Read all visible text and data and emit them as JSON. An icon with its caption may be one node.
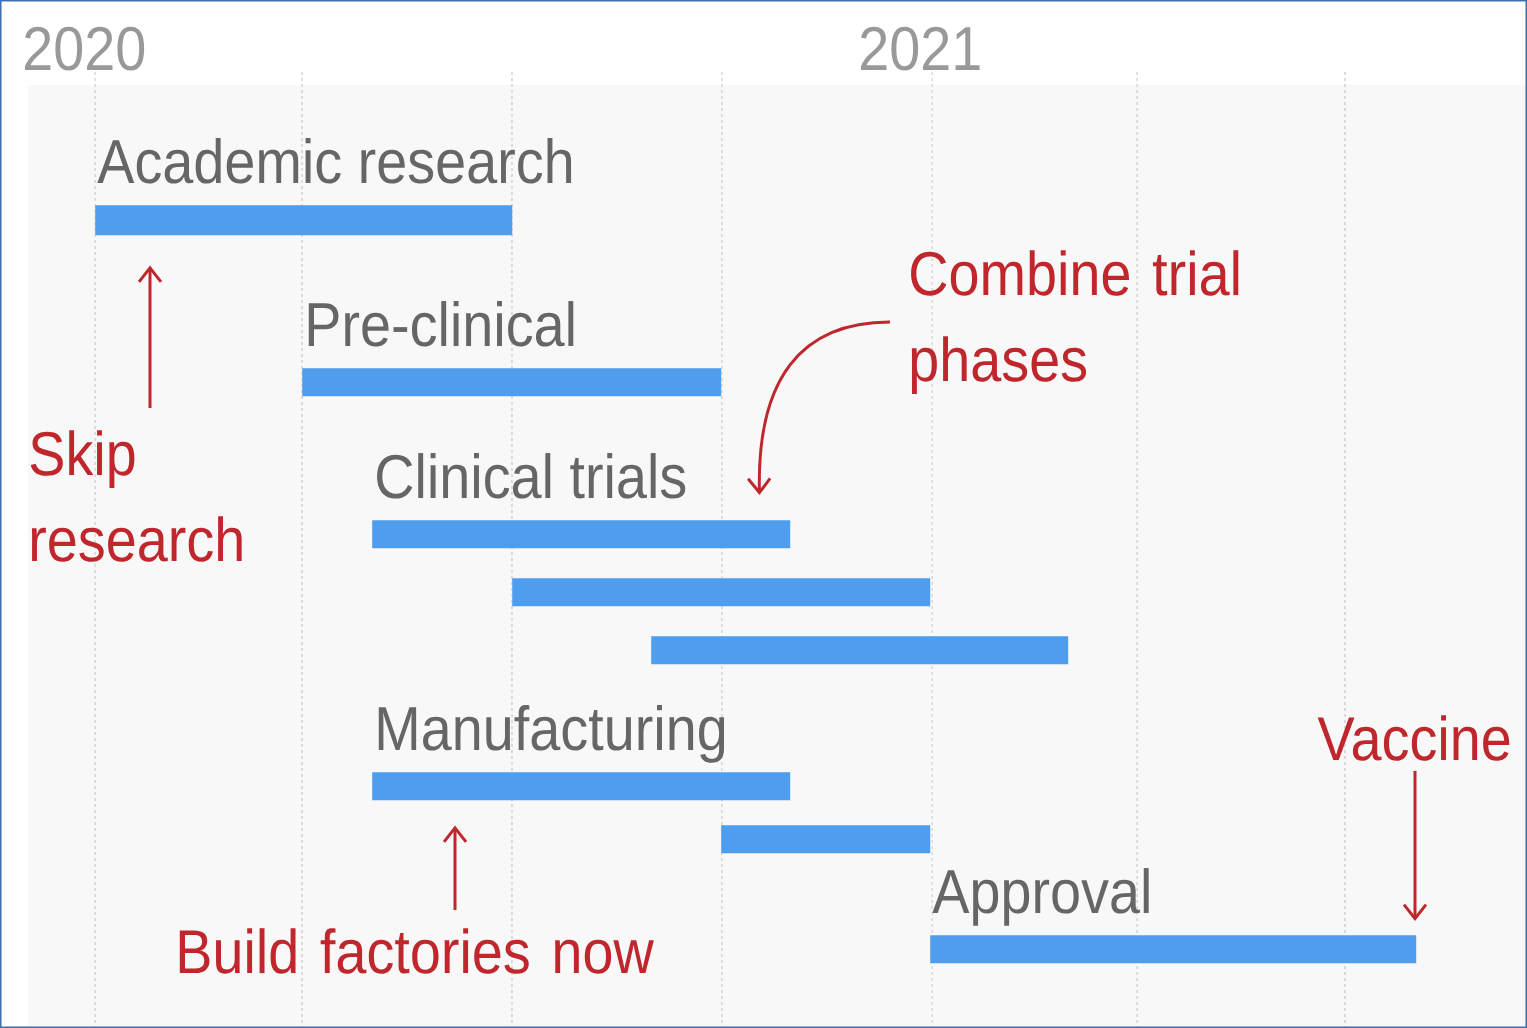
{
  "diagram": {
    "nodes": [
      {
        "text": [
          "Academic research"
        ]
      },
      {
        "text": [
          "Pre-clinical"
        ]
      },
      {
        "text": [
          "Clinical trials"
        ]
      },
      {
        "text": [],
        "shape": "bar"
      },
      {
        "text": [],
        "shape": "bar"
      },
      {
        "text": [
          "Manufacturing"
        ]
      },
      {
        "text": [],
        "shape": "bar"
      },
      {
        "text": [
          "Approval"
        ]
      },
      {
        "text": [
          "Skip research"
        ]
      },
      {
        "text": [
          "Combine trial phases"
        ]
      },
      {
        "text": [
          "Build factories now"
        ]
      },
      {
        "text": [
          "Vaccine"
        ]
      }
    ],
    "edges": [
      {
        "from": 8,
        "to": 0,
        "arrow": "to"
      },
      {
        "from": 9,
        "to": 2,
        "arrow": "to"
      },
      {
        "from": 10,
        "to": 5,
        "arrow": "to"
      },
      {
        "from": 11,
        "to": 7,
        "arrow": "to"
      }
    ],
    "labels": [
      "2020",
      "2021"
    ]
  }
}
